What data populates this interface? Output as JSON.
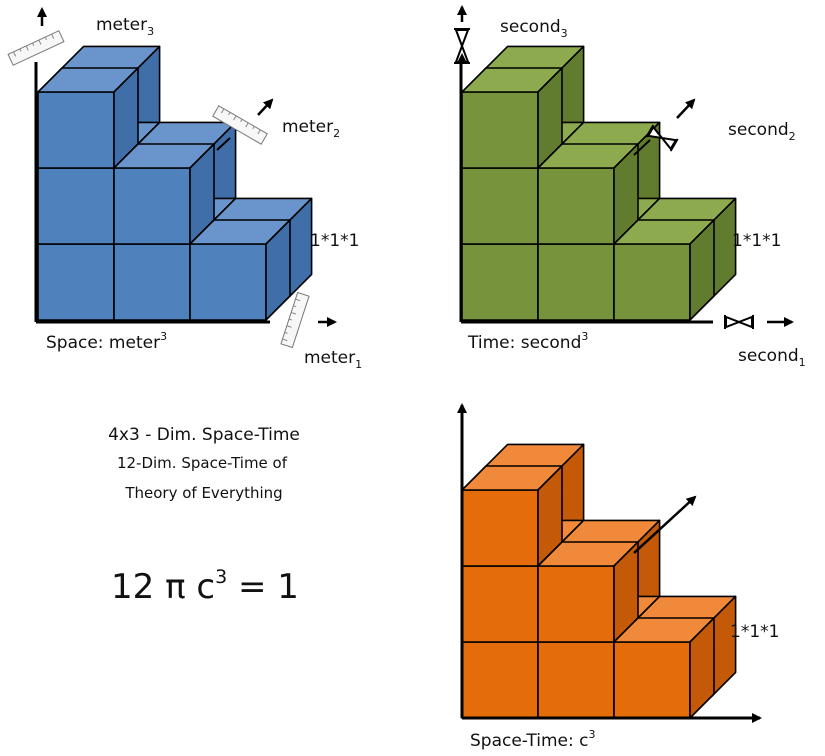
{
  "colors": {
    "blue": {
      "front": "#4f81bd",
      "top": "#6a95cc",
      "side": "#3f6ea8"
    },
    "green": {
      "front": "#77933c",
      "top": "#8dab4e",
      "side": "#617b2f"
    },
    "orange": {
      "front": "#e46c0a",
      "top": "#f08a3a",
      "side": "#c45a08"
    },
    "stroke": "#000000"
  },
  "space": {
    "axis1": {
      "base": "meter",
      "sub": "1"
    },
    "axis2": {
      "base": "meter",
      "sub": "2"
    },
    "axis3": {
      "base": "meter",
      "sub": "3"
    },
    "unit_label": "1*1*1",
    "caption": {
      "base": "Space: meter",
      "sup": "3"
    },
    "axis_icon": "ruler-icon"
  },
  "time": {
    "axis1": {
      "base": "second",
      "sub": "1"
    },
    "axis2": {
      "base": "second",
      "sub": "2"
    },
    "axis3": {
      "base": "second",
      "sub": "3"
    },
    "unit_label": "1*1*1",
    "caption": {
      "base": "Time: second",
      "sup": "3"
    },
    "axis_icon": "hourglass-icon"
  },
  "spacetime": {
    "unit_label": "1*1*1",
    "caption": {
      "base": "Space-Time: c",
      "sup": "3"
    }
  },
  "text_block": {
    "line1": "4x3 - Dim. Space-Time",
    "line2": "12-Dim. Space-Time of",
    "line3": "Theory of Everything",
    "formula": {
      "pre": "12 π c",
      "sup": "3",
      "post": " = 1"
    }
  }
}
